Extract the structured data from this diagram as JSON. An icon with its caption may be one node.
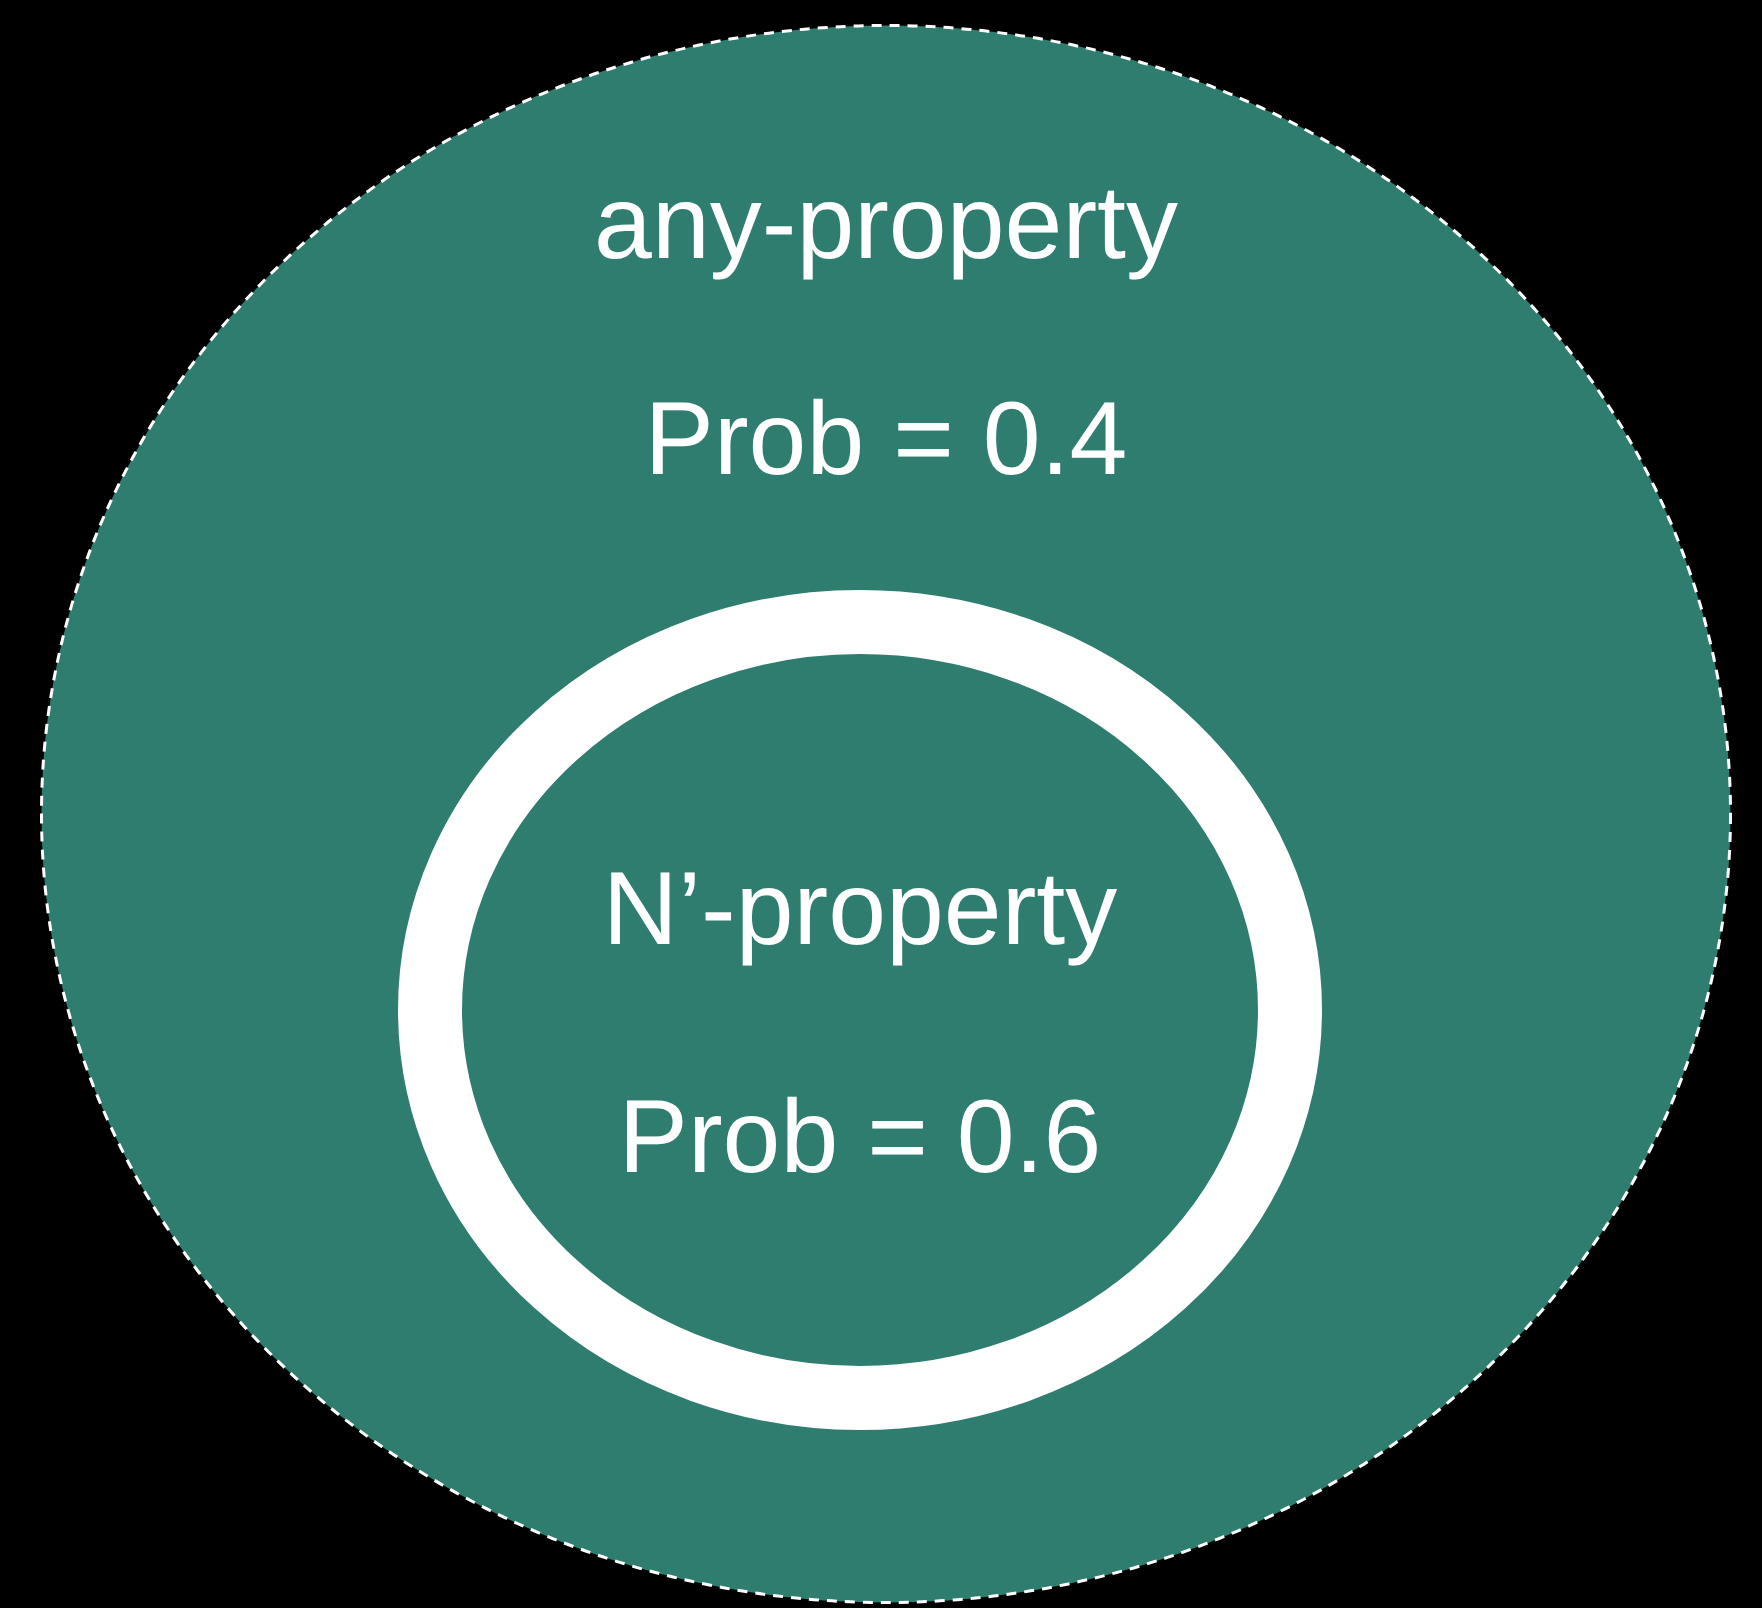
{
  "diagram": {
    "nodes": [
      {
        "text": [
          "any-property",
          "Prob = 0.4"
        ]
      },
      {
        "text": [
          "N’-property",
          "Prob = 0.6"
        ],
        "in": 0
      }
    ]
  }
}
